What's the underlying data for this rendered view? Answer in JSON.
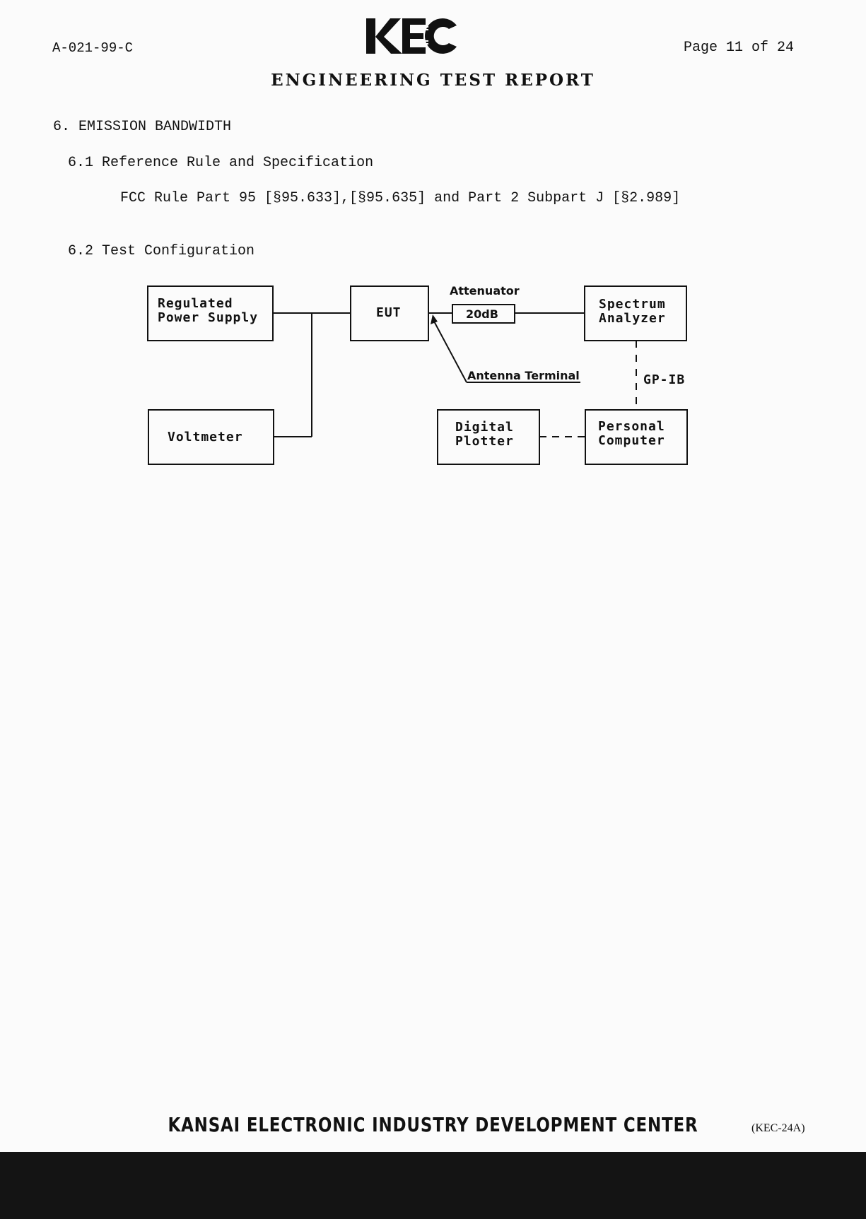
{
  "header": {
    "doc_id": "A-021-99-C",
    "logo_text": "KEC",
    "page": "Page  11  of 24",
    "title": "ENGINEERING TEST REPORT"
  },
  "sections": {
    "s6": "6. EMISSION BANDWIDTH",
    "s6_1": "6.1 Reference Rule and Specification",
    "rule_text": "FCC Rule Part 95 [§95.633],[§95.635] and Part 2 Subpart J [§2.989]",
    "s6_2": "6.2 Test Configuration"
  },
  "diagram": {
    "power_supply": "Regulated\nPower Supply",
    "eut": "EUT",
    "attenuator_label": "Attenuator",
    "attenuator_value": "20dB",
    "spectrum_analyzer": "Spectrum\nAnalyzer",
    "antenna_terminal": "Antenna Terminal",
    "gpib": "GP-IB",
    "voltmeter": "Voltmeter",
    "digital_plotter": "Digital\nPlotter",
    "personal_computer": "Personal\nComputer"
  },
  "footer": {
    "organization": "KANSAI ELECTRONIC INDUSTRY DEVELOPMENT CENTER",
    "form_code": "(KEC-24A)"
  }
}
